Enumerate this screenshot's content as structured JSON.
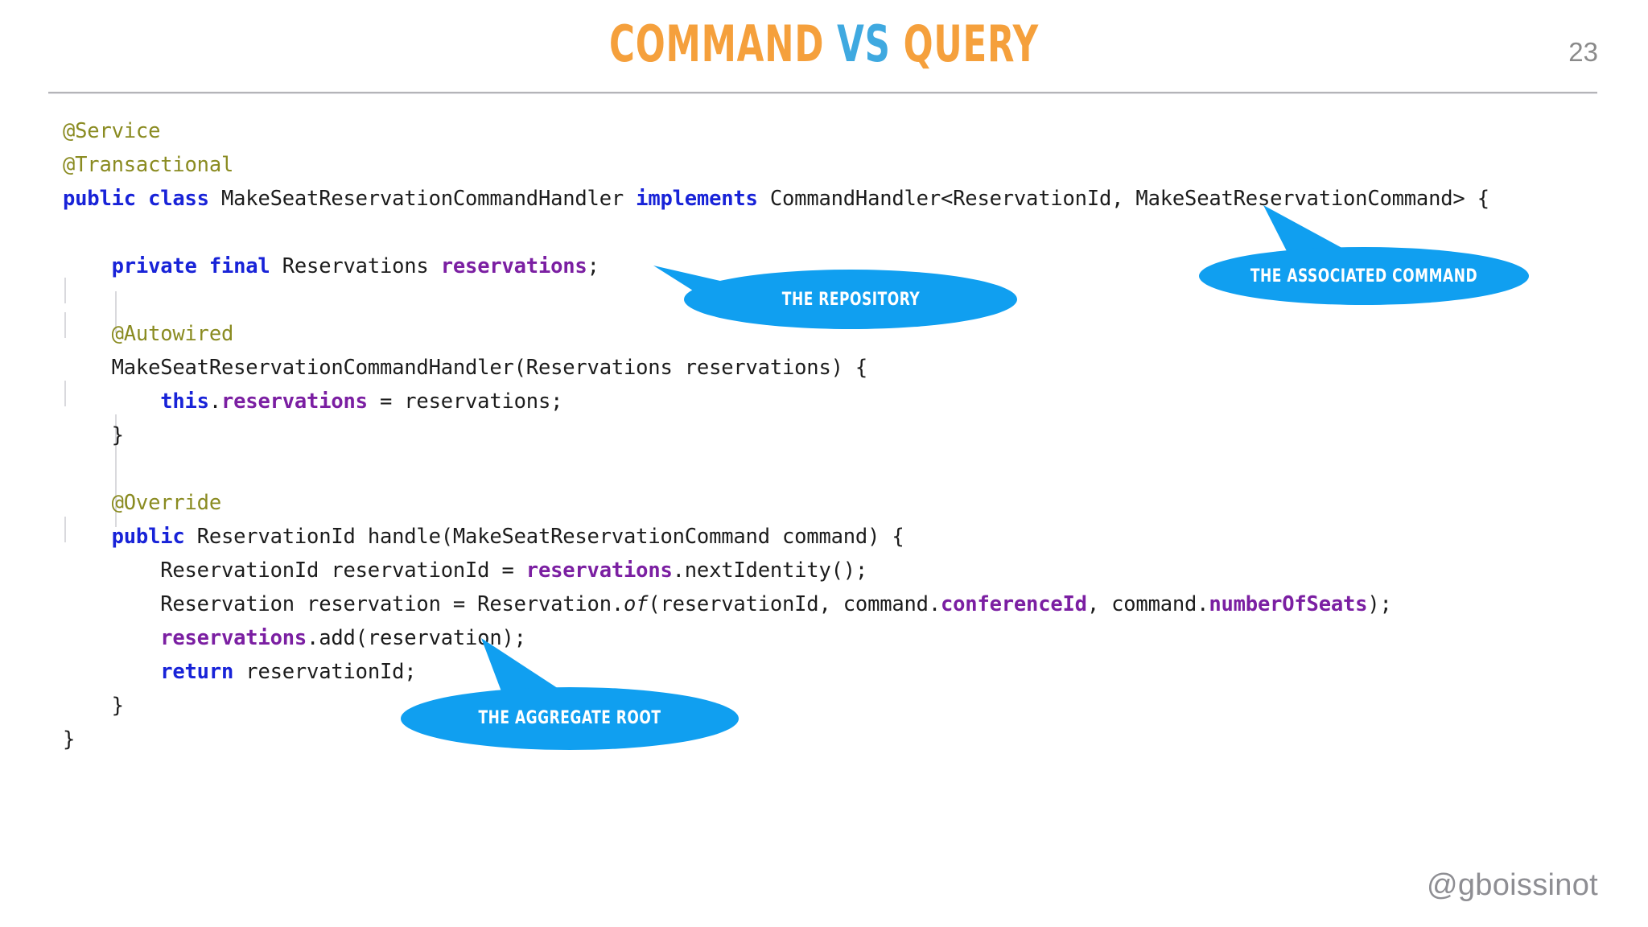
{
  "header": {
    "title_parts": [
      {
        "text": "COMMAND",
        "color": "#F5A03C"
      },
      {
        "text": " VS ",
        "color": "#3FA9E0"
      },
      {
        "text": "QUERY",
        "color": "#F5A03C"
      }
    ],
    "title_plain": "COMMAND VS QUERY",
    "slide_number": "23"
  },
  "colors": {
    "title_orange": "#F5A03C",
    "title_blue": "#3FA9E0",
    "callout_blue": "#109FF0",
    "keyword_blue": "#1823D8",
    "annotation_olive": "#8A8B21",
    "field_purple": "#7B1FA2",
    "rule_gray": "#b4b4b8",
    "footer_gray": "#8e8e93"
  },
  "code": {
    "language": "java",
    "lines": [
      {
        "segments": [
          {
            "t": "@Service",
            "c": "ann"
          }
        ]
      },
      {
        "segments": [
          {
            "t": "@Transactional",
            "c": "ann"
          }
        ]
      },
      {
        "segments": [
          {
            "t": "public class ",
            "c": "kw"
          },
          {
            "t": "MakeSeatReservationCommandHandler ",
            "c": ""
          },
          {
            "t": "implements ",
            "c": "kw"
          },
          {
            "t": "CommandHandler<ReservationId, MakeSeatReservationCommand> {",
            "c": ""
          }
        ]
      },
      {
        "segments": [
          {
            "t": "",
            "c": ""
          }
        ]
      },
      {
        "segments": [
          {
            "t": "    private final ",
            "c": "kw"
          },
          {
            "t": "Reservations ",
            "c": ""
          },
          {
            "t": "reservations",
            "c": "fld"
          },
          {
            "t": ";",
            "c": ""
          }
        ]
      },
      {
        "segments": [
          {
            "t": "",
            "c": ""
          }
        ]
      },
      {
        "segments": [
          {
            "t": "    @Autowired",
            "c": "ann"
          }
        ]
      },
      {
        "segments": [
          {
            "t": "    MakeSeatReservationCommandHandler(Reservations reservations) {",
            "c": ""
          }
        ]
      },
      {
        "segments": [
          {
            "t": "        this",
            "c": "kw"
          },
          {
            "t": ".",
            "c": ""
          },
          {
            "t": "reservations",
            "c": "fld"
          },
          {
            "t": " = reservations;",
            "c": ""
          }
        ]
      },
      {
        "segments": [
          {
            "t": "    }",
            "c": ""
          }
        ]
      },
      {
        "segments": [
          {
            "t": "",
            "c": ""
          }
        ]
      },
      {
        "segments": [
          {
            "t": "    @Override",
            "c": "ann"
          }
        ]
      },
      {
        "segments": [
          {
            "t": "    public ",
            "c": "kw"
          },
          {
            "t": "ReservationId handle(MakeSeatReservationCommand command) {",
            "c": ""
          }
        ]
      },
      {
        "segments": [
          {
            "t": "        ReservationId reservationId = ",
            "c": ""
          },
          {
            "t": "reservations",
            "c": "fld"
          },
          {
            "t": ".nextIdentity();",
            "c": ""
          }
        ]
      },
      {
        "segments": [
          {
            "t": "        Reservation reservation = Reservation.",
            "c": ""
          },
          {
            "t": "of",
            "c": "ital"
          },
          {
            "t": "(reservationId, command.",
            "c": ""
          },
          {
            "t": "conferenceId",
            "c": "fld"
          },
          {
            "t": ", command.",
            "c": ""
          },
          {
            "t": "numberOfSeats",
            "c": "fld"
          },
          {
            "t": ");",
            "c": ""
          }
        ]
      },
      {
        "segments": [
          {
            "t": "        ",
            "c": ""
          },
          {
            "t": "reservations",
            "c": "fld"
          },
          {
            "t": ".add(reservation);",
            "c": ""
          }
        ]
      },
      {
        "segments": [
          {
            "t": "        return ",
            "c": "kw"
          },
          {
            "t": "reservationId;",
            "c": ""
          }
        ]
      },
      {
        "segments": [
          {
            "t": "    }",
            "c": ""
          }
        ]
      },
      {
        "segments": [
          {
            "t": "}",
            "c": ""
          }
        ]
      }
    ]
  },
  "callouts": [
    {
      "id": "repository",
      "label": "THE REPOSITORY"
    },
    {
      "id": "associated-command",
      "label": "THE ASSOCIATED COMMAND"
    },
    {
      "id": "aggregate-root",
      "label": "THE AGGREGATE ROOT"
    }
  ],
  "footer": {
    "handle": "@gboissinot"
  }
}
